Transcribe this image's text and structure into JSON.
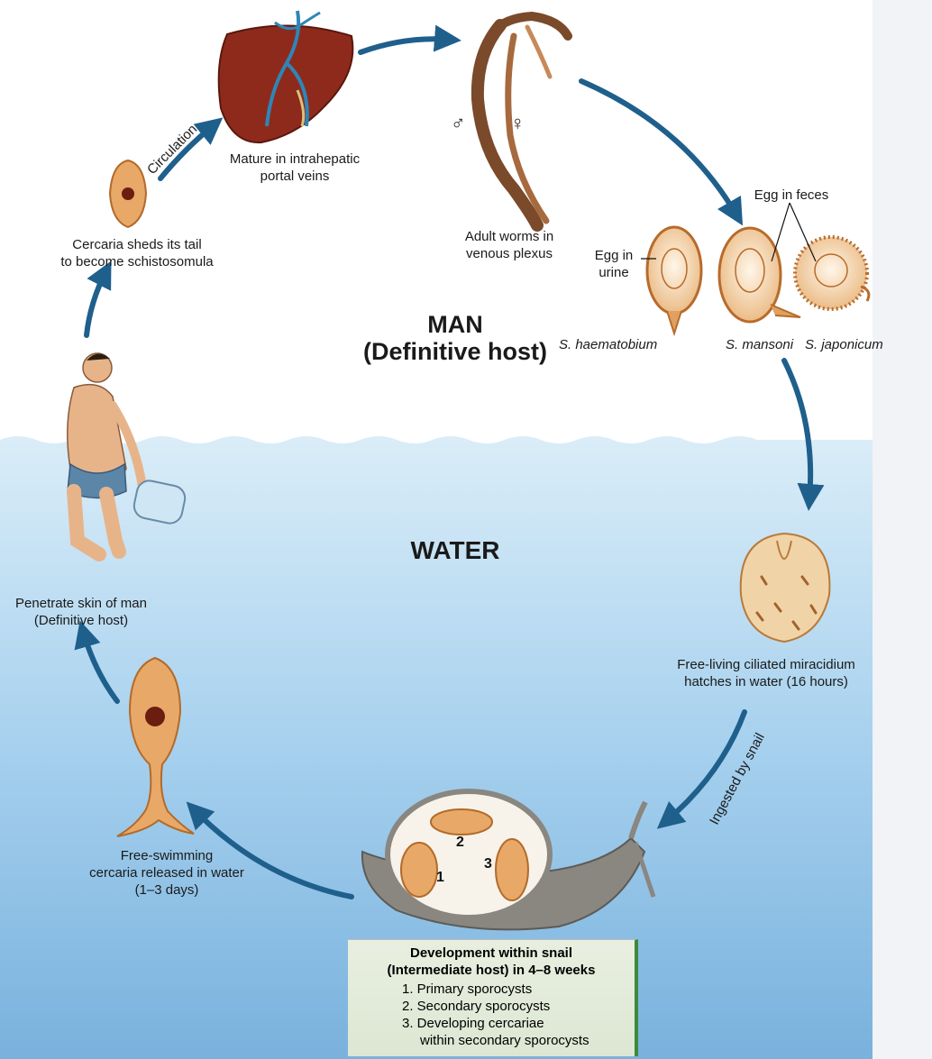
{
  "regions": {
    "man_title": "MAN",
    "man_subtitle": "(Definitive host)",
    "water": "WATER"
  },
  "labels": {
    "circulation": "Circulation",
    "liver": [
      "Mature in intrahepatic",
      "portal veins"
    ],
    "adult_worms": [
      "Adult worms in",
      "venous plexus"
    ],
    "male_symbol": "♂",
    "female_symbol": "♀",
    "egg_in_feces": "Egg in feces",
    "egg_in_urine": [
      "Egg in",
      "urine"
    ],
    "species": [
      "S. haematobium",
      "S. mansoni",
      "S. japonicum"
    ],
    "schistosomula": [
      "Cercaria sheds its tail",
      "to become schistosomula"
    ],
    "penetrate": [
      "Penetrate skin of man",
      "(Definitive host)"
    ],
    "miracidium": [
      "Free-living ciliated miracidium",
      "hatches in water (16 hours)"
    ],
    "ingested": "Ingested by snail",
    "cercaria_released": [
      "Free-swimming",
      "cercaria released in water",
      "(1–3 days)"
    ],
    "snail_numbers": [
      "1",
      "2",
      "3"
    ]
  },
  "development_box": {
    "heading": [
      "Development within snail",
      "(Intermediate host) in 4–8 weeks"
    ],
    "items": [
      "1. Primary sporocysts",
      "2. Secondary sporocysts",
      "3. Developing cercariae",
      "within secondary sporocysts"
    ]
  },
  "colors": {
    "arrow": "#1f5f8c",
    "water_top": "#cfe6f4",
    "water_bottom": "#7fb8e2",
    "organism": "#d98a3a",
    "snail": "#8a8680",
    "liver": "#8e2a1c"
  }
}
